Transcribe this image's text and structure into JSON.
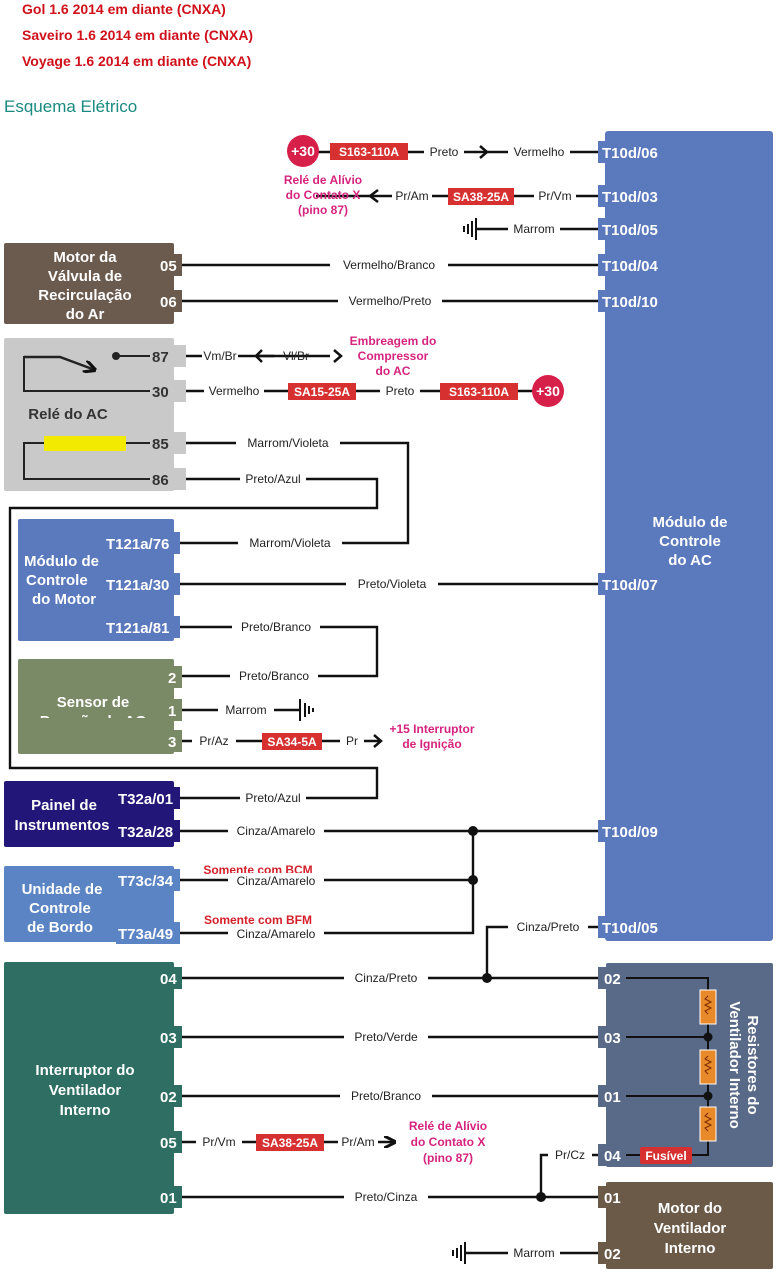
{
  "vehicles": [
    "Gol 1.6 2014 em diante (CNXA)",
    "Saveiro 1.6 2014 em diante (CNXA)",
    "Voyage 1.6 2014 em diante (CNXA)"
  ],
  "section_title": "Esquema Elétrico",
  "colors": {
    "vehicle_text": "#d0101a",
    "section_title": "#1a8a80",
    "ac_module": "#5b79bd",
    "recirc_motor": "#6b5a4e",
    "relay": "#c9c9c9",
    "engine_module": "#5b79bd",
    "pressure_sensor": "#7a8a66",
    "instrument_panel": "#221678",
    "body_control": "#5b84c4",
    "fan_switch": "#2e6e63",
    "resistors": "#586a88",
    "fan_motor": "#6b5a47",
    "fuse": "#d63030",
    "supply_circle": "#d6204a",
    "magenta_label": "#d6247e",
    "resistor": "#e88a2a",
    "coil": "#f2ea00"
  },
  "components": {
    "ac_module": {
      "label": [
        "Módulo de",
        "Controle",
        "do AC"
      ],
      "pins": [
        "T10d/06",
        "T10d/03",
        "T10d/05",
        "T10d/04",
        "T10d/10",
        "T10d/07",
        "T10d/09",
        "T10d/05"
      ]
    },
    "recirc_motor": {
      "label": [
        "Motor da",
        "Válvula de",
        "Recirculação",
        "do Ar"
      ],
      "pins": [
        "05",
        "06"
      ]
    },
    "relay": {
      "label": "Relé do AC",
      "pins": [
        "87",
        "30",
        "85",
        "86"
      ]
    },
    "engine_module": {
      "label": [
        "Módulo de",
        "Controle",
        "do Motor"
      ],
      "pins": [
        "T121a/76",
        "T121a/30",
        "T121a/81"
      ]
    },
    "pressure_sensor": {
      "label": [
        "Sensor de",
        "Pressão do AC"
      ],
      "pins": [
        "2",
        "1",
        "3"
      ]
    },
    "instrument_panel": {
      "label": [
        "Painel de",
        "Instrumentos"
      ],
      "pins": [
        "T32a/01",
        "T32a/28"
      ]
    },
    "body_control": {
      "label": [
        "Unidade de",
        "Controle",
        "de Bordo"
      ],
      "pins": [
        "T73c/34",
        "T73a/49"
      ]
    },
    "fan_switch": {
      "label": [
        "Interruptor do",
        "Ventilador",
        "Interno"
      ],
      "pins": [
        "04",
        "03",
        "02",
        "05",
        "01"
      ]
    },
    "resistors": {
      "label": [
        "Resistores do",
        "Ventilador Interno"
      ],
      "pins": [
        "02",
        "03",
        "01",
        "04"
      ],
      "fuse": "Fusível"
    },
    "fan_motor": {
      "label": [
        "Motor do",
        "Ventilador",
        "Interno"
      ],
      "pins": [
        "01",
        "02"
      ]
    }
  },
  "wires": {
    "t06_preto": "Preto",
    "t06_vermelho": "Vermelho",
    "t03_pram": "Pr/Am",
    "t03_prvm": "Pr/Vm",
    "t05_marrom": "Marrom",
    "t04": "Vermelho/Branco",
    "t10": "Vermelho/Preto",
    "r87_vmbr": "Vm/Br",
    "r87_vlbr": "Vl/Br",
    "r30_vermelho": "Vermelho",
    "r30_preto": "Preto",
    "r85": "Marrom/Violeta",
    "r86": "Preto/Azul",
    "e76": "Marrom/Violeta",
    "e30": "Preto/Violeta",
    "e81": "Preto/Branco",
    "s2": "Preto/Branco",
    "s1": "Marrom",
    "s3_praz": "Pr/Az",
    "s3_pr": "Pr",
    "p01": "Preto/Azul",
    "p28": "Cinza/Amarelo",
    "b34": "Cinza/Amarelo",
    "b49": "Cinza/Amarelo",
    "t05b": "Cinza/Preto",
    "f04": "Cinza/Preto",
    "f03": "Preto/Verde",
    "f02": "Preto/Branco",
    "f05_prvm": "Pr/Vm",
    "f05_pram": "Pr/Am",
    "f01": "Preto/Cinza",
    "rz04": "Pr/Cz",
    "m02": "Marrom"
  },
  "fuses": {
    "top": "S163-110A",
    "t03": "SA38-25A",
    "relay30a": "SA15-25A",
    "relay30b": "S163-110A",
    "sensor": "SA34-5A",
    "fan05": "SA38-25A"
  },
  "supplies": {
    "top": "+30",
    "relay": "+30"
  },
  "annotations": {
    "relief_relay_top": [
      "Relé de Alívio",
      "do Contato X",
      "(pino 87)"
    ],
    "compressor_clutch": [
      "Embreagem do",
      "Compressor",
      "do AC"
    ],
    "ignition": [
      "+15 Interruptor",
      "de Ignição"
    ],
    "bcm_only": "Somente com BCM",
    "bfm_only": "Somente com BFM",
    "relief_relay_bottom": [
      "Relé de Alívio",
      "do Contato X",
      "(pino 87)"
    ]
  }
}
